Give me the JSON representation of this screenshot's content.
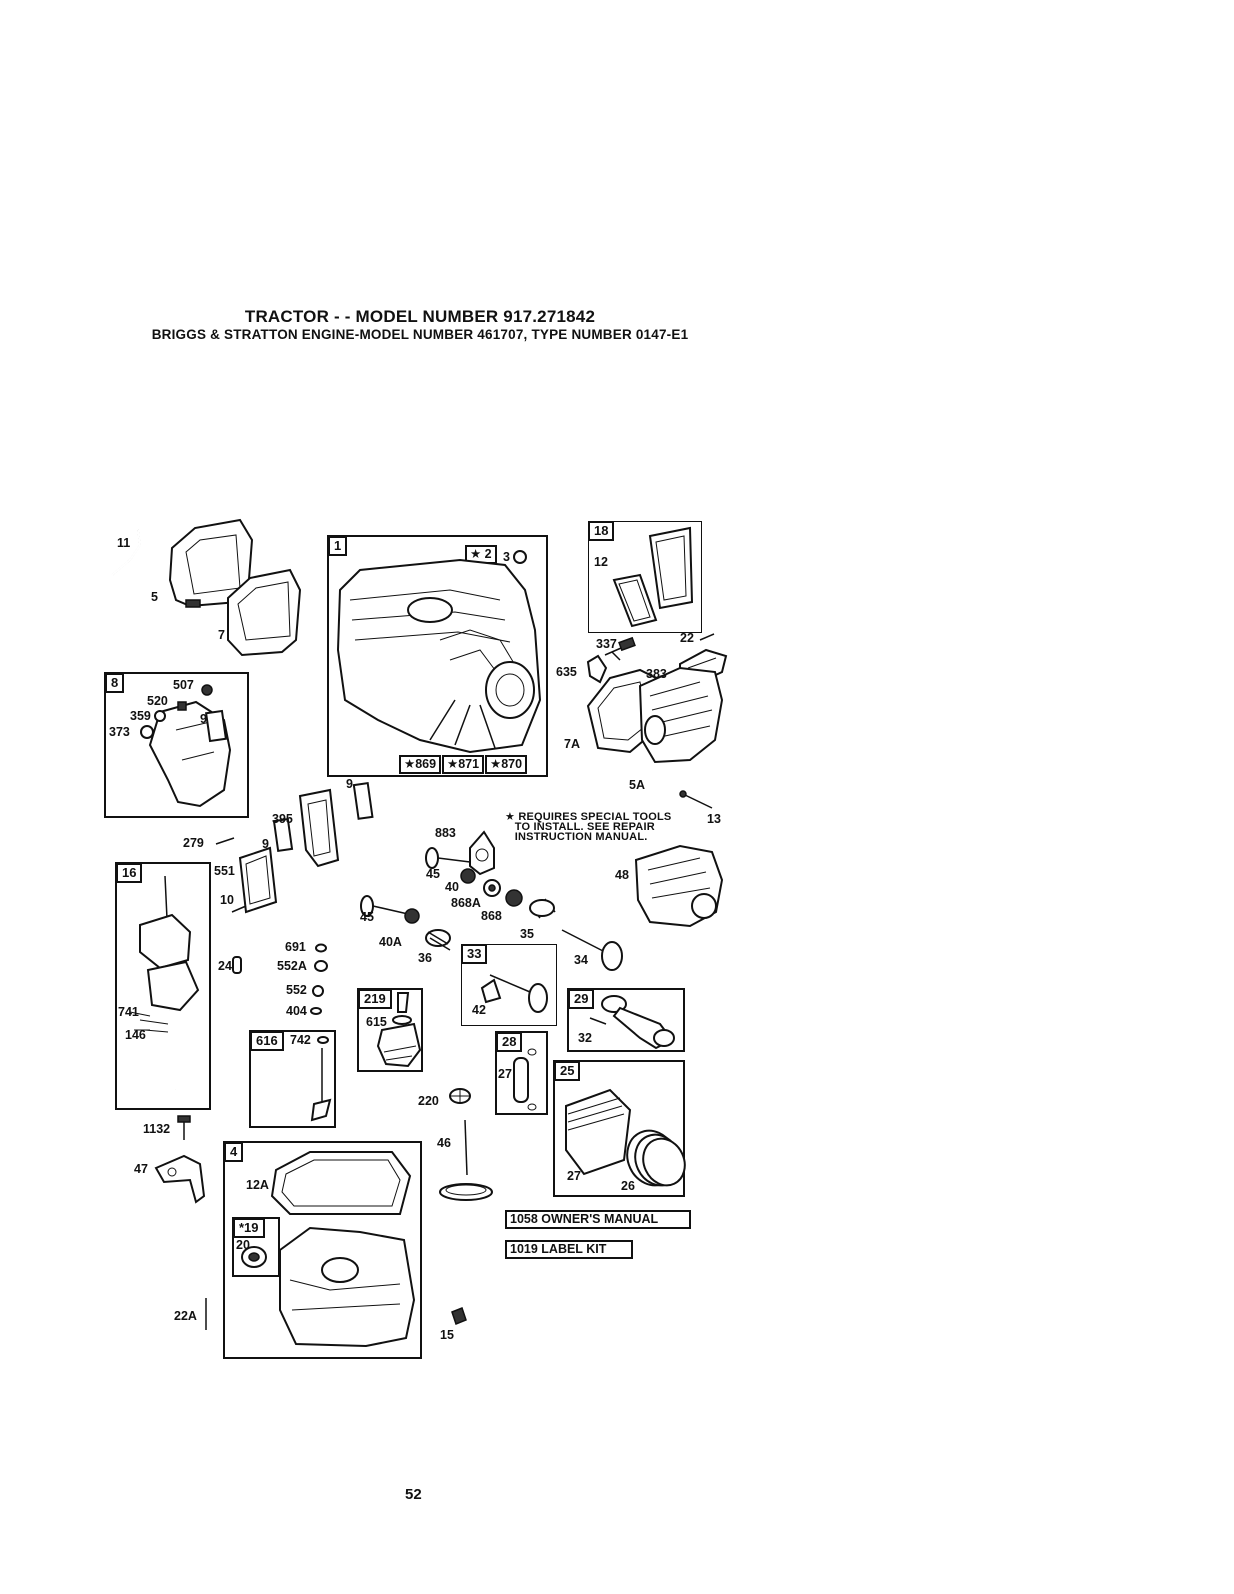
{
  "title": "TRACTOR - - MODEL NUMBER 917.271842",
  "subtitle": "BRIGGS & STRATTON ENGINE-MODEL NUMBER 461707, TYPE NUMBER 0147-E1",
  "page_number": "52",
  "note": "★ REQUIRES SPECIAL TOOLS\n   TO INSTALL. SEE REPAIR\n   INSTRUCTION MANUAL.",
  "boxes": {
    "b1": "1",
    "b8": "8",
    "b16": "16",
    "b18": "18",
    "b4": "4",
    "b19": "*19",
    "b616": "616",
    "b219": "219",
    "b33": "33",
    "b28": "28",
    "b29": "29",
    "b25": "25"
  },
  "tags": {
    "t2": "★ 2",
    "t869": "★869",
    "t871": "★871",
    "t870": "★870",
    "manual": "1058 OWNER'S MANUAL",
    "labelkit": "1019 LABEL KIT"
  },
  "labels": {
    "p11": "11",
    "p5": "5",
    "p7": "7",
    "p3": "3",
    "p12": "12",
    "p337": "337",
    "p22": "22",
    "p635": "635",
    "p383": "383",
    "p7A": "7A",
    "p5A": "5A",
    "p13": "13",
    "p507": "507",
    "p520": "520",
    "p359": "359",
    "p9a": "9",
    "p373": "373",
    "p395": "395",
    "p9b": "9",
    "p279": "279",
    "p9c": "9",
    "p551": "551",
    "p10": "10",
    "p883": "883",
    "p45a": "45",
    "p40": "40",
    "p868A": "868A",
    "p868": "868",
    "p48": "48",
    "p45b": "45",
    "p40A": "40A",
    "p36": "36",
    "p35": "35",
    "p34": "34",
    "p24": "24",
    "p691": "691",
    "p552A": "552A",
    "p552": "552",
    "p404": "404",
    "p741": "741",
    "p146": "146",
    "p742": "742",
    "p615": "615",
    "p42": "42",
    "p32": "32",
    "p27a": "27",
    "p220": "220",
    "p1132": "1132",
    "p47": "47",
    "p46": "46",
    "p27b": "27",
    "p26": "26",
    "p12A": "12A",
    "p20": "20",
    "p22A": "22A",
    "p15": "15"
  }
}
